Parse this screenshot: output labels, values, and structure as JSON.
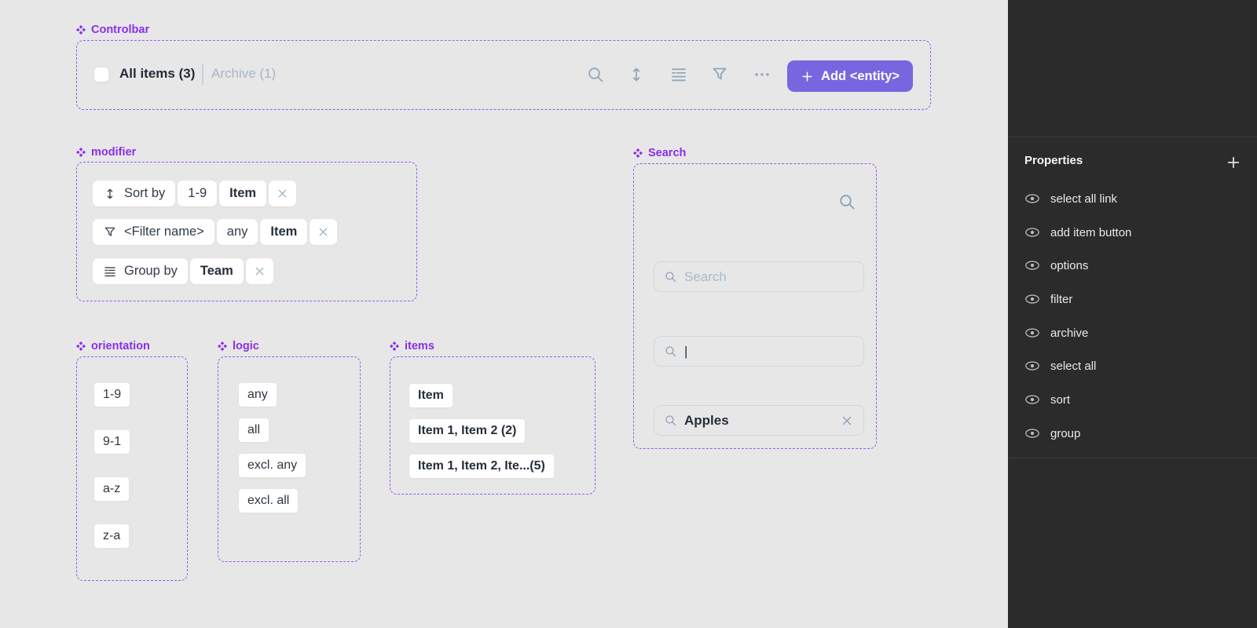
{
  "colors": {
    "canvas_bg": "#e7e7e7",
    "frame_dash_purple": "#9a5af0",
    "frame_label_purple": "#8b2ee8",
    "add_button_purple": "#7667e0",
    "toolbar_icon_gray": "#92a6b8",
    "panel_bg": "#2b2b2b"
  },
  "controlbar": {
    "frame_label": "Controlbar",
    "all_items_tab": "All items (3)",
    "archive_tab": "Archive (1)",
    "toolbar_icons": [
      "search",
      "sort",
      "group",
      "filter",
      "more"
    ],
    "add_button_label": "Add <entity>"
  },
  "modifier": {
    "frame_label": "modifier",
    "sort_row": {
      "icon": "sort-icon",
      "label": "Sort by",
      "orientation": "1-9",
      "entity": "Item"
    },
    "filter_row": {
      "icon": "filter-icon",
      "label": "<Filter name>",
      "logic": "any",
      "entity": "Item"
    },
    "group_row": {
      "icon": "group-icon",
      "label": "Group by",
      "value": "Team"
    }
  },
  "search": {
    "frame_label": "Search",
    "collapsed_icon": "search-icon",
    "inputs": [
      {
        "placeholder": "Search",
        "value": ""
      },
      {
        "placeholder": "",
        "value": "|"
      },
      {
        "placeholder": "",
        "value": "Apples",
        "clearable": true
      }
    ]
  },
  "orientation": {
    "frame_label": "orientation",
    "options": [
      "1-9",
      "9-1",
      "a-z",
      "z-a"
    ]
  },
  "logic": {
    "frame_label": "logic",
    "options": [
      "any",
      "all",
      "excl. any",
      "excl. all"
    ]
  },
  "items": {
    "frame_label": "items",
    "options": [
      "Item",
      "Item 1, Item 2 (2)",
      "Item 1, Item 2, Ite...(5)"
    ]
  },
  "properties_panel": {
    "title": "Properties",
    "items": [
      "select all link",
      "add item button",
      "options",
      "filter",
      "archive",
      "select all",
      "sort",
      "group"
    ]
  }
}
